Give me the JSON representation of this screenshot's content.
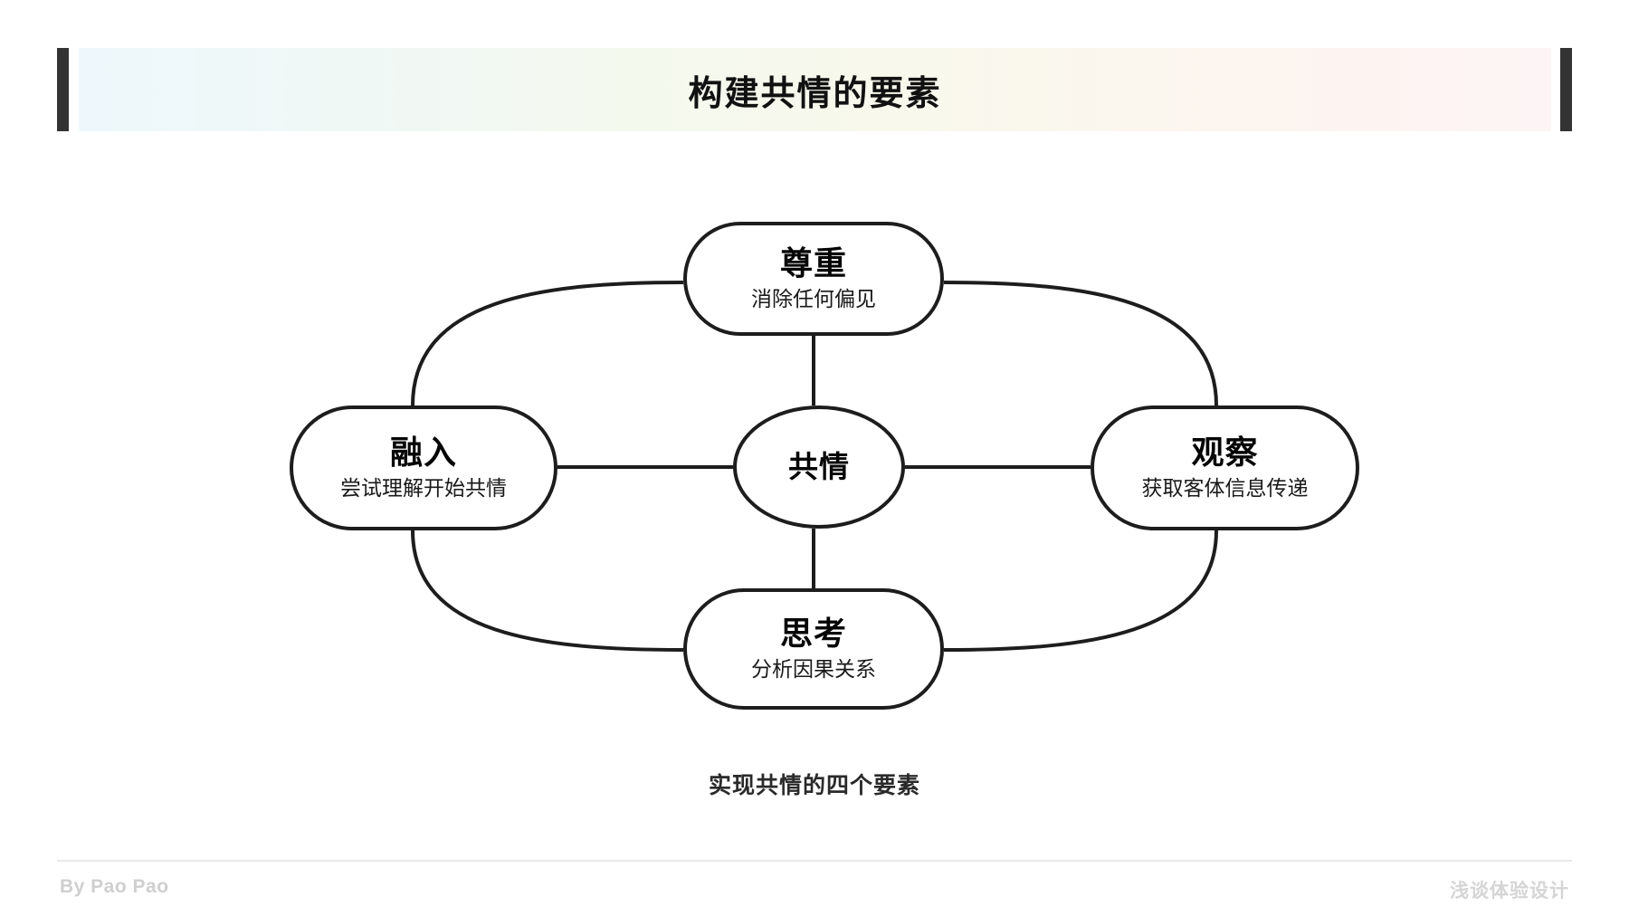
{
  "header": {
    "title": "构建共情的要素",
    "accent_bar_color": "#333333",
    "gradient_from": "#eef8fc",
    "gradient_to": "#fdf5f5"
  },
  "diagram": {
    "type": "hub-and-spoke",
    "line_color": "#1d1d1d",
    "center": {
      "id": "center",
      "title": "共情",
      "subtitle": ""
    },
    "nodes": [
      {
        "id": "top",
        "title": "尊重",
        "subtitle": "消除任何偏见",
        "position": "top"
      },
      {
        "id": "left",
        "title": "融入",
        "subtitle": "尝试理解开始共情",
        "position": "left"
      },
      {
        "id": "right",
        "title": "观察",
        "subtitle": "获取客体信息传递",
        "position": "right"
      },
      {
        "id": "bottom",
        "title": "思考",
        "subtitle": "分析因果关系",
        "position": "bottom"
      }
    ],
    "caption": "实现共情的四个要素"
  },
  "footer": {
    "author": "By Pao Pao",
    "series": "浅谈体验设计"
  }
}
